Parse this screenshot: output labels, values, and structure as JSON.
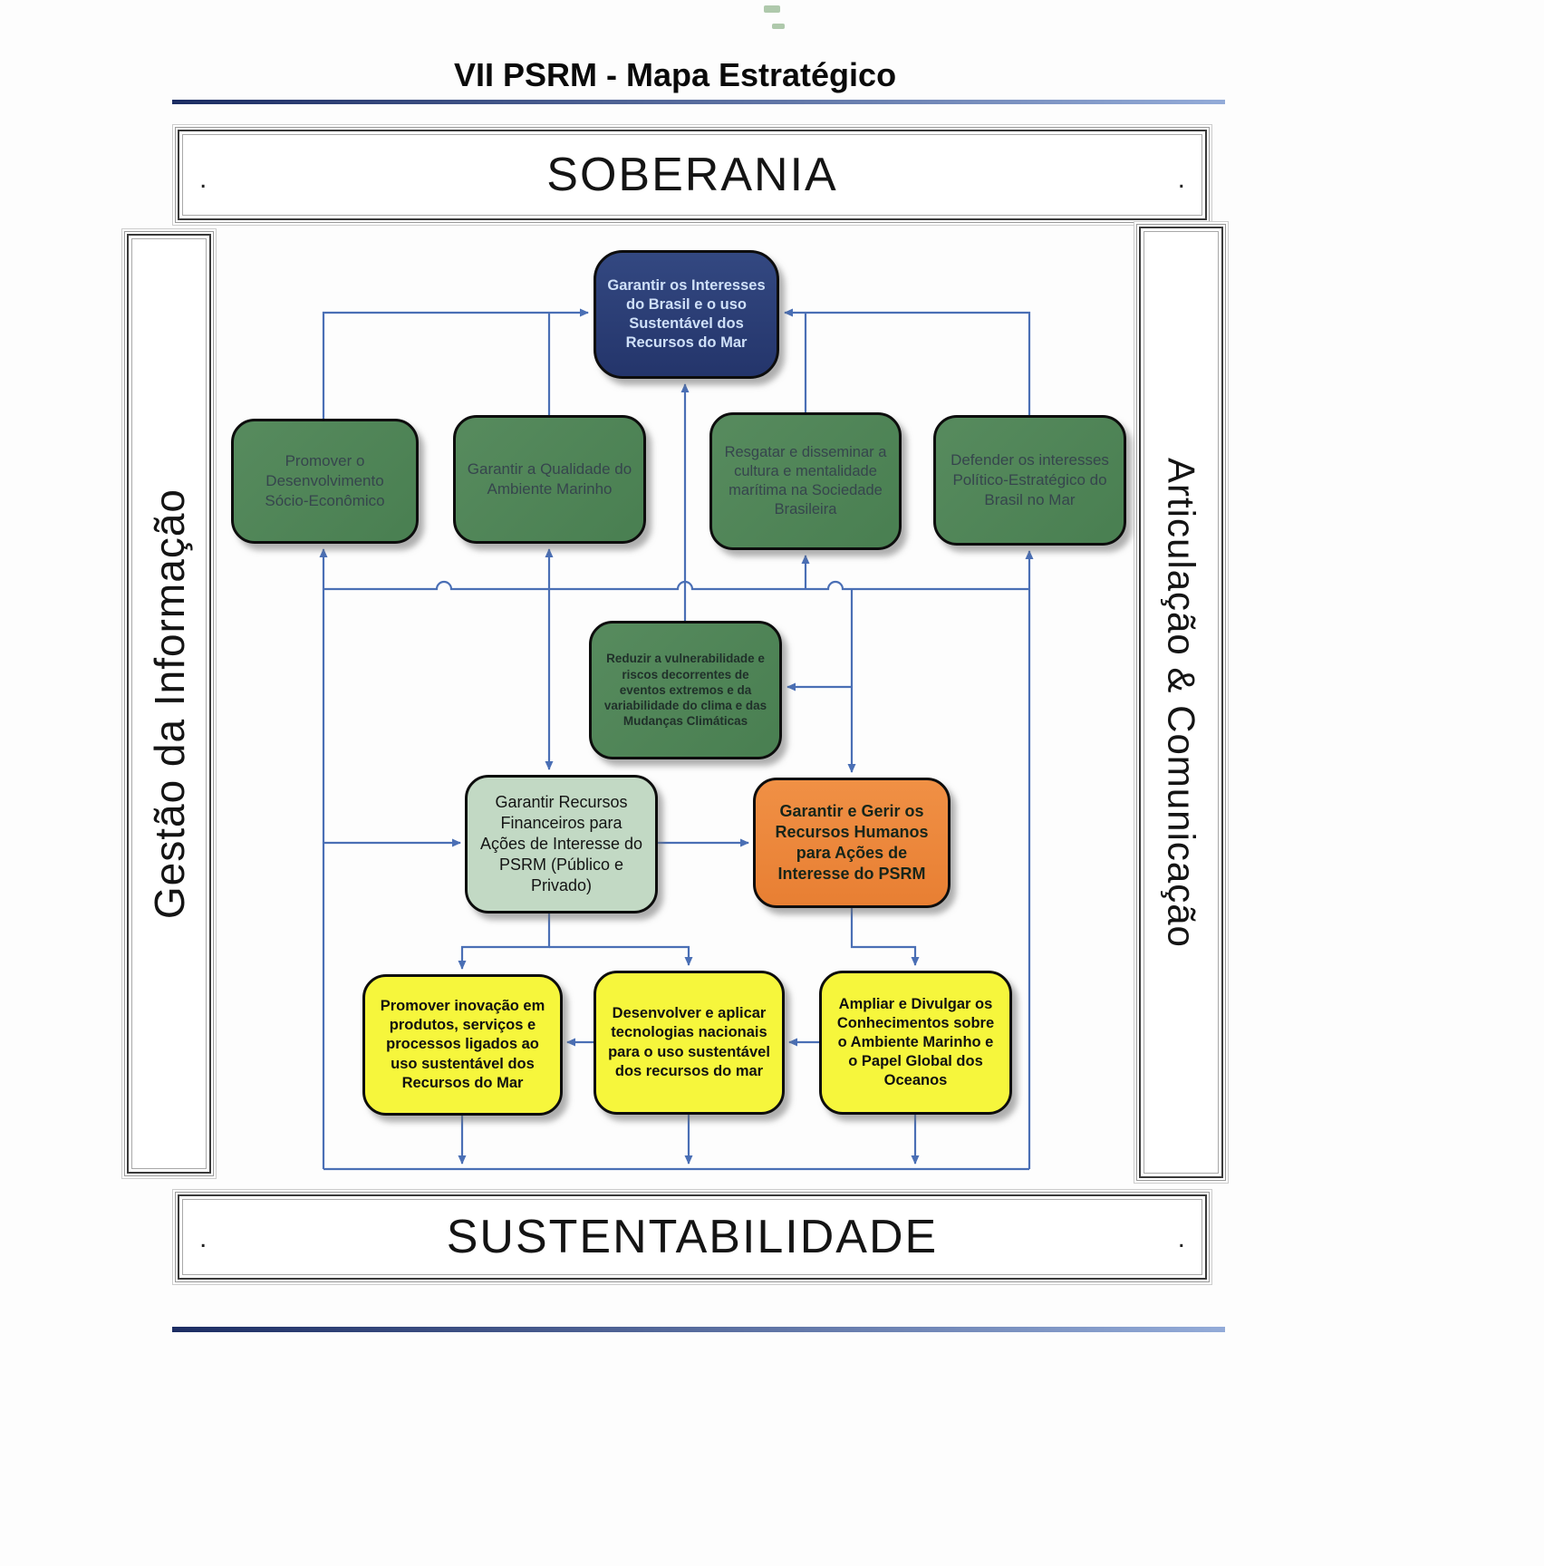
{
  "title": "VII PSRM - Mapa Estratégico",
  "banners": {
    "top": "SOBERANIA",
    "bottom": "SUSTENTABILIDADE",
    "left": "Gestão da Informação",
    "right": "Articulação & Comunicação",
    "corner_dot": "."
  },
  "nodes": {
    "objetivo_central": "Garantir os Interesses do Brasil e o uso Sustentável dos Recursos do Mar",
    "desenvolvimento_socioeconomico": "Promover o Desenvolvimento Sócio-Econômico",
    "qualidade_ambiente_marinho": "Garantir a Qualidade do Ambiente Marinho",
    "cultura_maritima": "Resgatar e disseminar a cultura e mentalidade marítima na Sociedade Brasileira",
    "defesa_interesses": "Defender os interesses Político-Estratégico do Brasil no Mar",
    "vulnerabilidade_clima": "Reduzir a vulnerabilidade e riscos decorrentes de eventos extremos e da variabilidade do clima e das Mudanças Climáticas",
    "recursos_financeiros": "Garantir Recursos Financeiros para Ações de Interesse do PSRM (Público e Privado)",
    "recursos_humanos": "Garantir e Gerir os Recursos Humanos para Ações de Interesse do PSRM",
    "inovacao_produtos": "Promover inovação em produtos, serviços e processos ligados ao uso sustentável dos Recursos do Mar",
    "tecnologias_nacionais": "Desenvolver e aplicar tecnologias nacionais para o uso sustentável dos recursos do mar",
    "conhecimentos_oceanos": "Ampliar e Divulgar os Conhecimentos sobre o Ambiente Marinho e o Papel Global dos Oceanos"
  },
  "colors": {
    "rule_gradient_start": "#1c2d63",
    "rule_gradient_end": "#93abd8",
    "connector": "#4a6fb5",
    "node_navy": "#2b3c74",
    "node_green": "#4e8455",
    "node_light_green": "#c2d9c4",
    "node_orange": "#ec8538",
    "node_yellow": "#f6f63c"
  }
}
